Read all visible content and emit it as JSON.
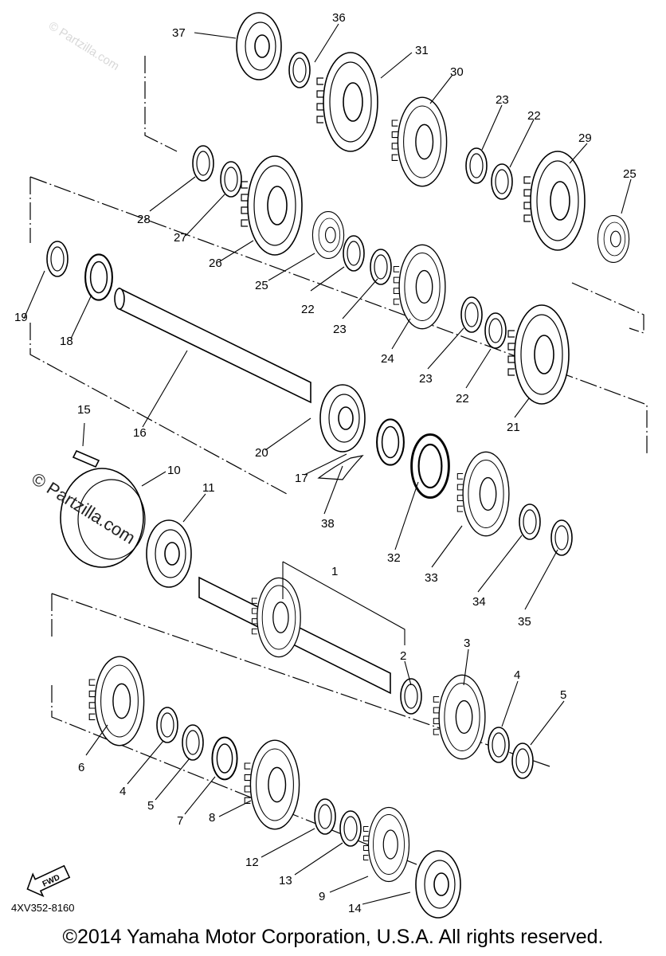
{
  "callouts": [
    "1",
    "2",
    "3",
    "4",
    "5",
    "6",
    "7",
    "8",
    "9",
    "10",
    "11",
    "12",
    "13",
    "14",
    "15",
    "16",
    "17",
    "18",
    "19",
    "20",
    "21",
    "22",
    "23",
    "24",
    "25",
    "26",
    "27",
    "28",
    "29",
    "30",
    "31",
    "32",
    "33",
    "34",
    "35",
    "36",
    "37",
    "38"
  ],
  "fwd_label": "FWD",
  "watermark": "© Partzilla.com",
  "watermark_faint": "© Partzilla.com",
  "diagram_code": "4XV352-8160",
  "copyright": "©2014 Yamaha Motor Corporation, U.S.A. All rights reserved."
}
